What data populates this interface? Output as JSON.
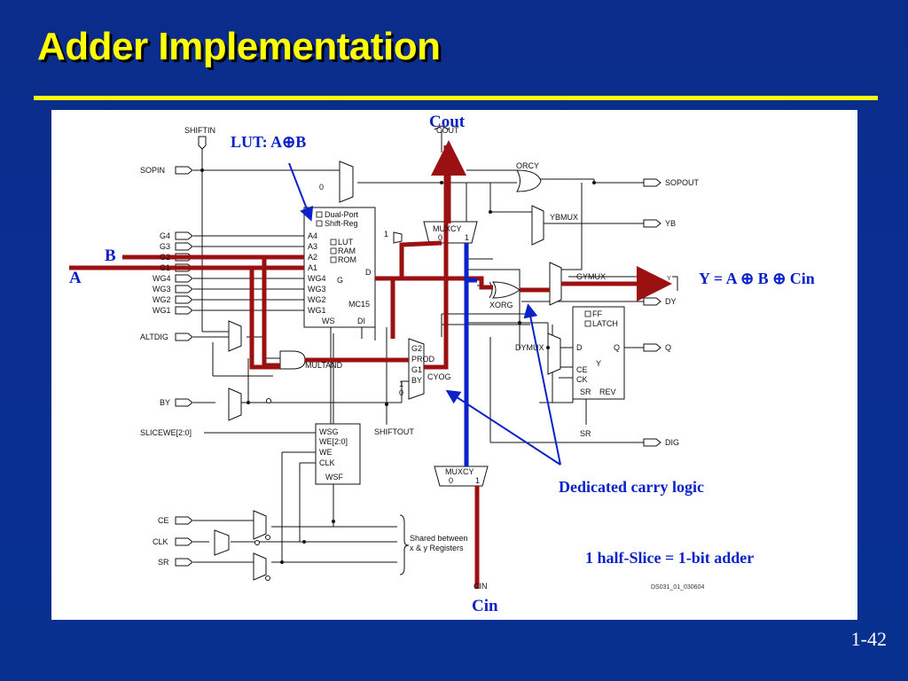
{
  "slide": {
    "title": "Adder Implementation",
    "page_number": "1-42"
  },
  "colors": {
    "background": "#0b2c8a",
    "title": "#ffff00",
    "data_path": "#9b1010",
    "carry_path": "#0b22c8",
    "annotation": "#0b22c8"
  },
  "annotations": {
    "cout": "Cout",
    "lut": "LUT: A⊕B",
    "b": "B",
    "a": "A",
    "y": "Y = A ⊕ B ⊕ Cin",
    "carry": "Dedicated carry logic",
    "half_slice": "1 half-Slice = 1-bit adder",
    "cin": "Cin"
  },
  "diagram": {
    "inputs": {
      "shiftin": "SHIFTIN",
      "sopin": "SOPIN",
      "g4": "G4",
      "g3": "G3",
      "g2": "G2",
      "g1": "G1",
      "wg4": "WG4",
      "wg3": "WG3",
      "wg2": "WG2",
      "wg1": "WG1",
      "altdig": "ALTDIG",
      "by": "BY",
      "slicewe": "SLICEWE[2:0]",
      "ce": "CE",
      "clk": "CLK",
      "sr": "SR"
    },
    "lut": {
      "dual_port": "Dual-Port",
      "shift_reg": "Shift-Reg",
      "a4": "A4",
      "a3": "A3",
      "a2": "A2",
      "a1": "A1",
      "wg4": "WG4",
      "wg3": "WG3",
      "wg2": "WG2",
      "wg1": "WG1",
      "lut": "LUT",
      "ram": "RAM",
      "rom": "ROM",
      "g": "G",
      "d": "D",
      "mc15": "MC15",
      "ws": "WS",
      "di": "DI"
    },
    "zero": "0",
    "one": "1",
    "cout_pin": "COUT",
    "orcy": "ORCY",
    "sopout": "SOPOUT",
    "ybmux": "YBMUX",
    "yb": "YB",
    "muxcy_top": {
      "label": "MUXCY",
      "in0": "0",
      "in1": "1"
    },
    "muxcy_bottom": {
      "label": "MUXCY",
      "in0": "0",
      "in1": "1"
    },
    "gymux": "GYMUX",
    "y_out": "Y",
    "xorg": "XORG",
    "dy": "DY",
    "dymux": "DYMUX",
    "ff": {
      "ff": "FF",
      "latch": "LATCH",
      "d": "D",
      "q": "Q",
      "ce": "CE",
      "ck": "CK",
      "y": "Y",
      "sr": "SR",
      "rev": "REV"
    },
    "q_out": "Q",
    "multand": "MULTAND",
    "cyog": {
      "g2": "G2",
      "prod": "PROD",
      "g1": "G1",
      "by": "BY",
      "label": "CYOG",
      "one": "1",
      "zero": "0"
    },
    "shiftout": "SHIFTOUT",
    "wsg": {
      "wsg": "WSG",
      "we20": "WE[2:0]",
      "we": "WE",
      "clk": "CLK",
      "wsf": "WSF"
    },
    "sr_out": "SR",
    "dig": "DIG",
    "shared1": "Shared between",
    "shared2": "x & y Registers",
    "cin_pin": "CIN",
    "doc_id": "DS031_01_030604"
  }
}
